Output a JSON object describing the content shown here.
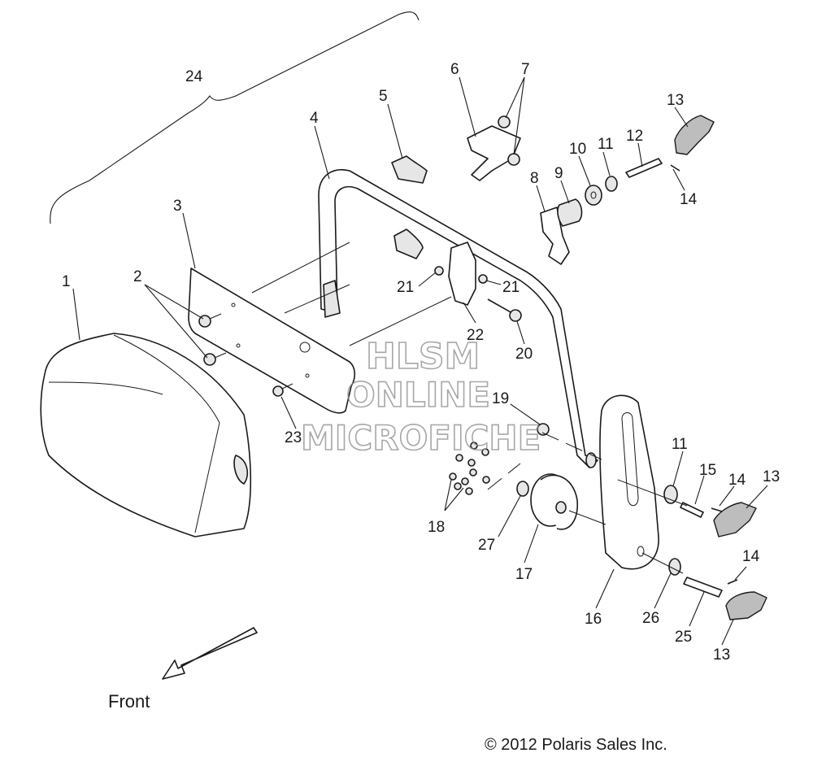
{
  "callouts": {
    "c1": "1",
    "c2": "2",
    "c3": "3",
    "c4": "4",
    "c5": "5",
    "c6": "6",
    "c7": "7",
    "c8": "8",
    "c9": "9",
    "c10": "10",
    "c11a": "11",
    "c11b": "11",
    "c12": "12",
    "c13a": "13",
    "c13b": "13",
    "c13c": "13",
    "c14a": "14",
    "c14b": "14",
    "c14c": "14",
    "c15": "15",
    "c16": "16",
    "c17": "17",
    "c18": "18",
    "c19": "19",
    "c20": "20",
    "c21a": "21",
    "c21b": "21",
    "c22": "22",
    "c23": "23",
    "c24": "24",
    "c25": "25",
    "c26": "26",
    "c27": "27"
  },
  "watermark": {
    "line1": "HLSM",
    "line2": "ONLINE",
    "line3": "MICROFICHE"
  },
  "front_label": "Front",
  "copyright": "© 2012 Polaris Sales Inc."
}
